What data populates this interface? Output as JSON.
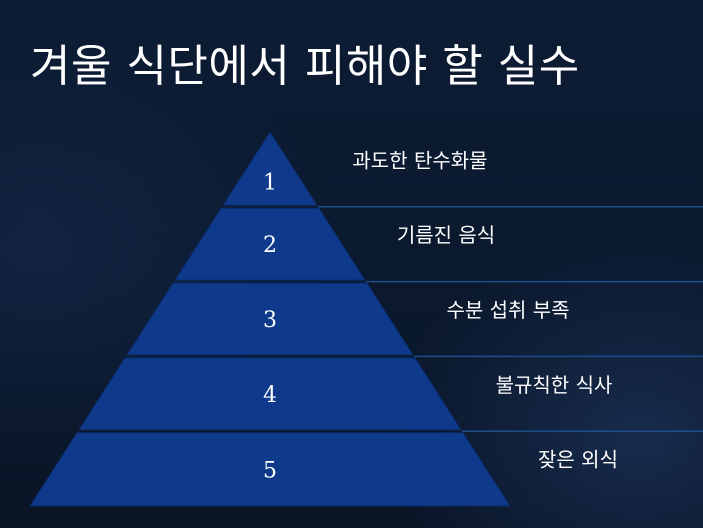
{
  "title": "겨울 식단에서 피해야 할 실수",
  "colors": {
    "tier_fill": "#0f3a8c",
    "tier_stroke": "#0a2a66",
    "divider": "#1d4c8f",
    "text": "#ffffff"
  },
  "tiers": [
    {
      "number": "1",
      "label": "과도한 탄수화물"
    },
    {
      "number": "2",
      "label": "기름진 음식"
    },
    {
      "number": "3",
      "label": "수분 섭취 부족"
    },
    {
      "number": "4",
      "label": "불규칙한 식사"
    },
    {
      "number": "5",
      "label": "잦은 외식"
    }
  ]
}
